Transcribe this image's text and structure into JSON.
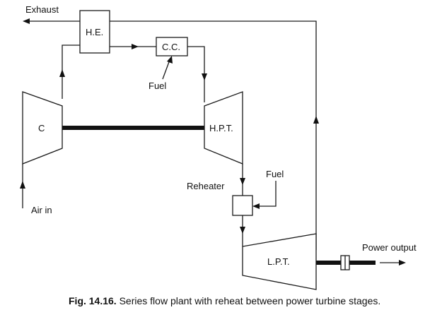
{
  "labels": {
    "exhaust": "Exhaust",
    "heat_exchanger": "H.E.",
    "combustion_chamber": "C.C.",
    "fuel_cc": "Fuel",
    "compressor": "C",
    "hp_turbine": "H.P.T.",
    "reheater": "Reheater",
    "fuel_reheater": "Fuel",
    "air_in": "Air in",
    "lp_turbine": "L.P.T.",
    "power_output": "Power output"
  },
  "caption": {
    "number": "Fig. 14.16.",
    "text": " Series flow plant with reheat between power turbine stages."
  }
}
